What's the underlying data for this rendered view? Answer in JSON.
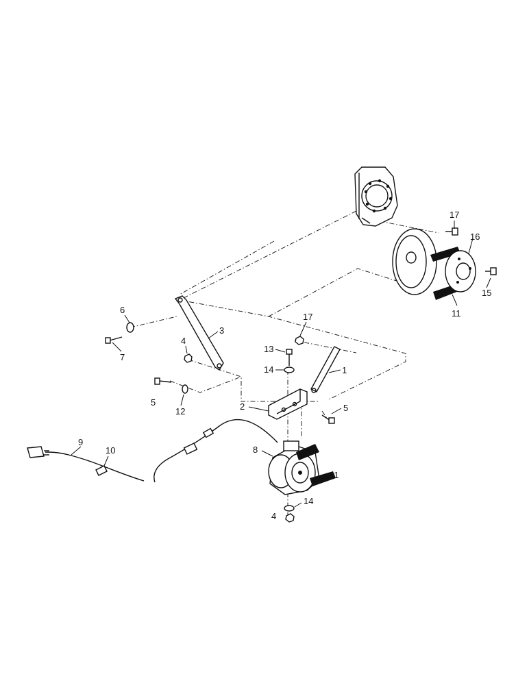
{
  "callouts": {
    "c1": "1",
    "c2": "2",
    "c3": "3",
    "c4a": "4",
    "c4b": "4",
    "c5a": "5",
    "c5b": "5",
    "c6": "6",
    "c7": "7",
    "c8": "8",
    "c9": "9",
    "c10": "10",
    "c11a": "11",
    "c11b": "11",
    "c12": "12",
    "c13": "13",
    "c14a": "14",
    "c14b": "14",
    "c15": "15",
    "c16": "16",
    "c17a": "17",
    "c17b": "17"
  }
}
